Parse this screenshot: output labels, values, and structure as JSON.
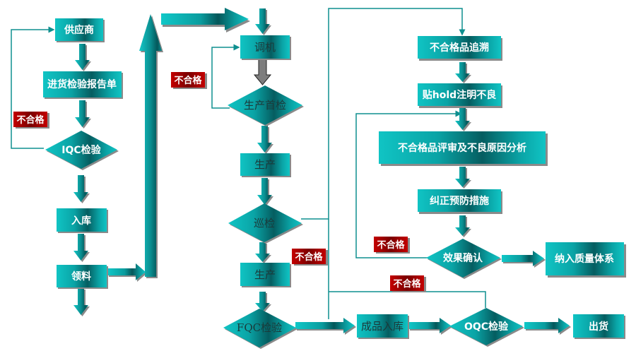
{
  "colors": {
    "teal_light": "#0fc4c4",
    "teal_dark": "#04575a",
    "line": "#0e8f8f",
    "reject_red": "#b30000",
    "shadow": "#8a8a8a",
    "gray_arrow": "#7d7d7d"
  },
  "nodes": {
    "supplier": "供应商",
    "incoming_report": "进货检验报告单",
    "iqc": "IQC检验",
    "warehouse_in": "入库",
    "material_pick": "领料",
    "machine_setup": "调机",
    "first_inspection": "生产首检",
    "production_1": "生产",
    "patrol_inspection": "巡检",
    "production_2": "生产",
    "fqc": "FQC检验",
    "finished_warehouse": "成品入库",
    "oqc": "OQC检验",
    "shipment": "出货",
    "nc_trace": "不合格品追溯",
    "hold_mark": "贴hold注明不良",
    "nc_review": "不合格品评审及不良原因分析",
    "corrective_action": "纠正预防措施",
    "effect_confirm": "效果确认",
    "quality_system": "纳入质量体系"
  },
  "reject_labels": {
    "iqc_reject": "不合格",
    "first_inspection_reject": "不合格",
    "patrol_reject": "不合格",
    "effect_reject": "不合格",
    "oqc_reject": "不合格"
  }
}
